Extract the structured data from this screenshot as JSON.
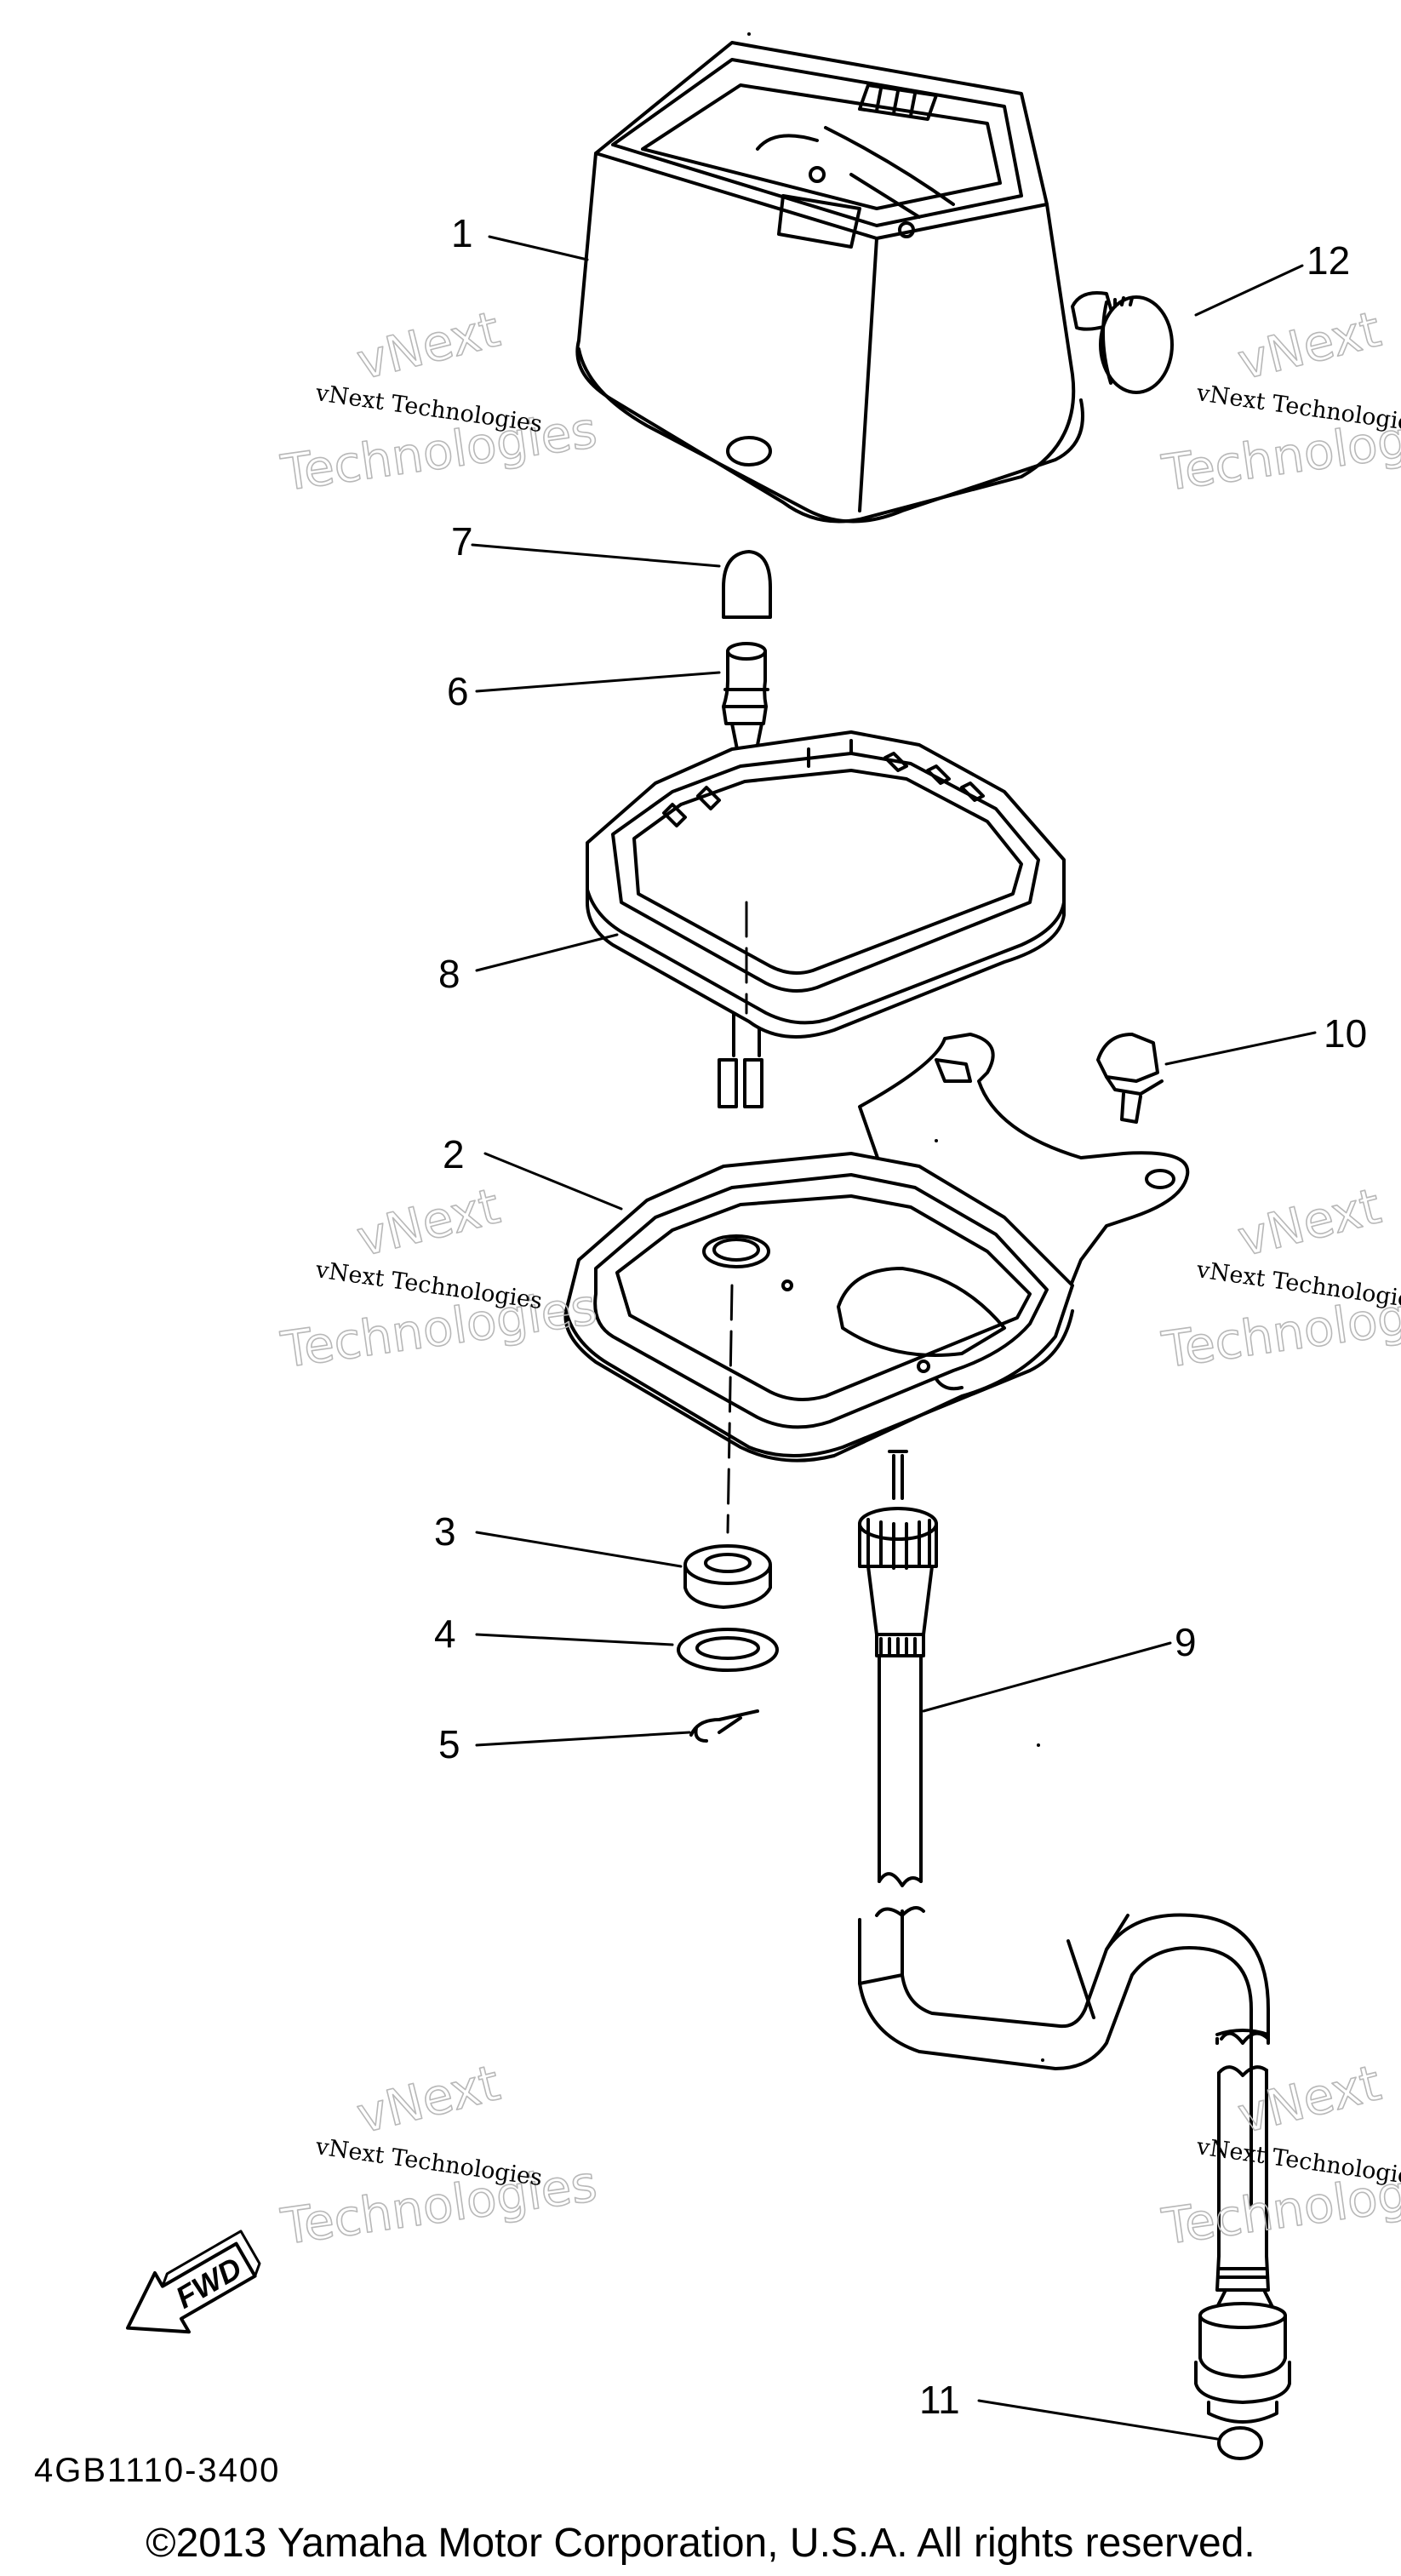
{
  "callouts": [
    {
      "num": "1",
      "part": "meter-assy"
    },
    {
      "num": "2",
      "part": "meter-bracket"
    },
    {
      "num": "3",
      "part": "grommet"
    },
    {
      "num": "4",
      "part": "washer"
    },
    {
      "num": "5",
      "part": "cotter-pin"
    },
    {
      "num": "6",
      "part": "bulb-socket-cord"
    },
    {
      "num": "7",
      "part": "bulb"
    },
    {
      "num": "8",
      "part": "meter-case-lower"
    },
    {
      "num": "9",
      "part": "speedometer-cable"
    },
    {
      "num": "10",
      "part": "bolt"
    },
    {
      "num": "11",
      "part": "o-ring"
    },
    {
      "num": "12",
      "part": "reset-knob"
    }
  ],
  "fwd_label": "FWD",
  "part_code": "4GB1110-3400",
  "watermark": {
    "small": "vNext Technologies",
    "big_top": "vNext",
    "big_bottom": "Technologies"
  },
  "copyright": "©2013 Yamaha Motor Corporation, U.S.A. All rights reserved."
}
